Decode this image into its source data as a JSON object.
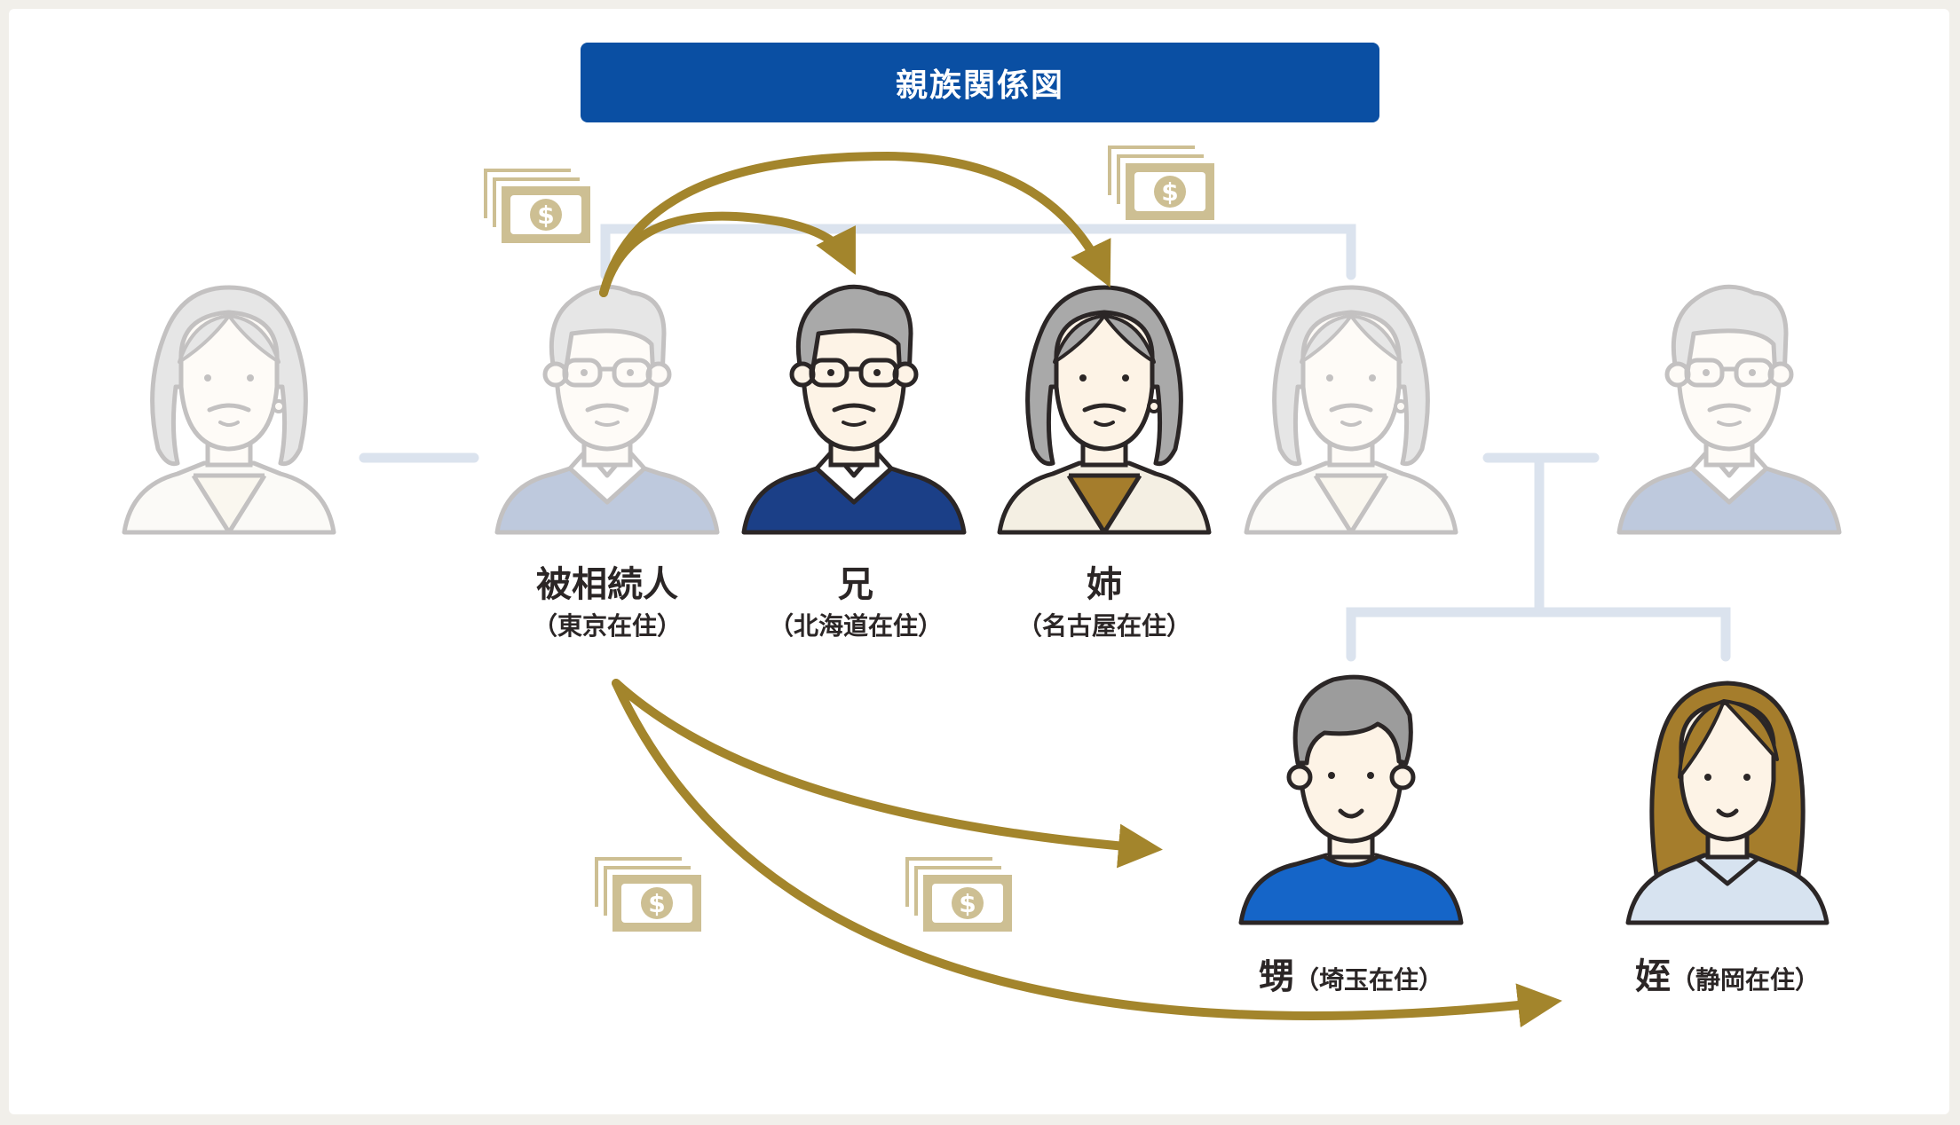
{
  "title": "親族関係図",
  "people": {
    "decedent": {
      "name": "被相続人",
      "residence": "（東京在住）"
    },
    "brother": {
      "name": "兄",
      "residence": "（北海道在住）"
    },
    "sister": {
      "name": "姉",
      "residence": "（名古屋在住）"
    },
    "nephew": {
      "name": "甥",
      "residence": "（埼玉在住）"
    },
    "niece": {
      "name": "姪",
      "residence": "（静岡在住）"
    }
  },
  "colors": {
    "title_bg": "#0a4fa3",
    "arrow": "#a3852c",
    "money": "#cdbf93",
    "connector": "#dbe3ee",
    "navy": "#1b3f87",
    "blue": "#1565c8",
    "light_blue": "#d7e3f0",
    "mustard": "#a57d2c"
  },
  "icons": [
    "money-stack-icon",
    "elderly-man-icon",
    "elderly-woman-icon",
    "young-man-icon",
    "young-woman-icon"
  ]
}
